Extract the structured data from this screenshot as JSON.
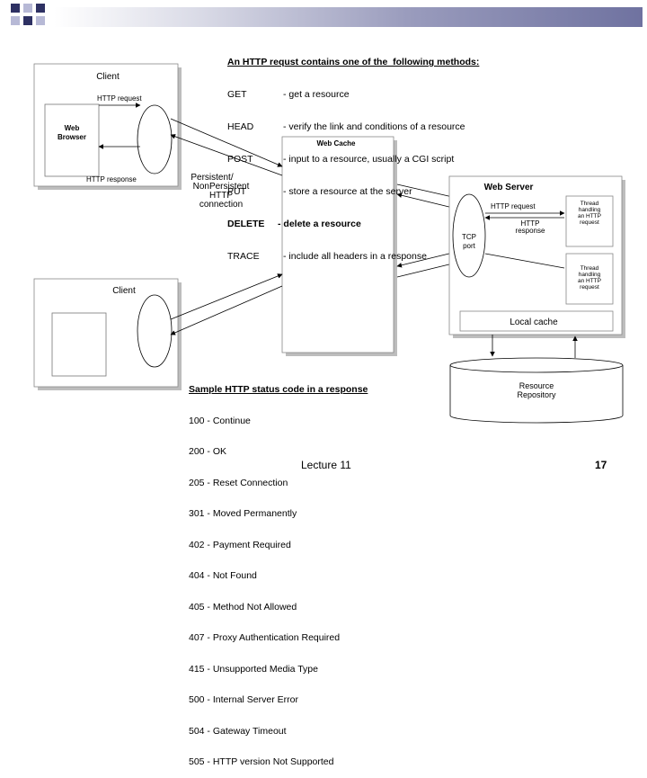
{
  "methods_box": {
    "title": "An HTTP requst contains one of the  following methods:",
    "lines": [
      {
        "method": "GET",
        "desc": "- get a resource"
      },
      {
        "method": "HEAD",
        "desc": "- verify the link and conditions of a resource"
      },
      {
        "method": "POST",
        "desc": "- input to a resource, usually a CGI script"
      },
      {
        "method": "PUT",
        "desc": "- store a resource at the server"
      },
      {
        "method": "DELETE",
        "desc": "- delete a resource"
      },
      {
        "method": "TRACE",
        "desc": "- include all headers in a response"
      }
    ]
  },
  "diagram": {
    "client_top": "Client",
    "http_request_top": "HTTP request",
    "web_browser": "Web Browser",
    "http_response_top": "HTTP response",
    "persistent_label": [
      "Persistent/",
      "NonPersistent",
      "HTTP",
      "connection"
    ],
    "web_cache": "Web Cache",
    "client_bottom": "Client",
    "web_server": "Web Server",
    "server_http_request": "HTTP request",
    "server_http_response": [
      "HTTP",
      "response"
    ],
    "tcp_port": [
      "TCP",
      "port"
    ],
    "thread_1": [
      "Thread",
      "handling",
      "an HTTP",
      "request"
    ],
    "thread_2": [
      "Thread",
      "handling",
      "an HTTP",
      "request"
    ],
    "local_cache": "Local  cache",
    "resource_repository": [
      "Resource",
      "Repository"
    ]
  },
  "status_box": {
    "title": "Sample HTTP status code in a response",
    "lines": [
      "100 - Continue",
      "200 - OK",
      "205 - Reset Connection",
      "301 - Moved Permanently",
      "402 - Payment Required",
      "404 - Not Found",
      "405 - Method Not Allowed",
      "407 - Proxy Authentication Required",
      "415 - Unsupported Media Type",
      "500 - Internal Server Error",
      "504 - Gateway Timeout",
      "505 - HTTP version Not Supported"
    ]
  },
  "footer": {
    "lecture": "Lecture 11",
    "page": "17"
  },
  "colors": {
    "accent_dark": "#2e3163",
    "accent_light": "#b7b9d6"
  }
}
